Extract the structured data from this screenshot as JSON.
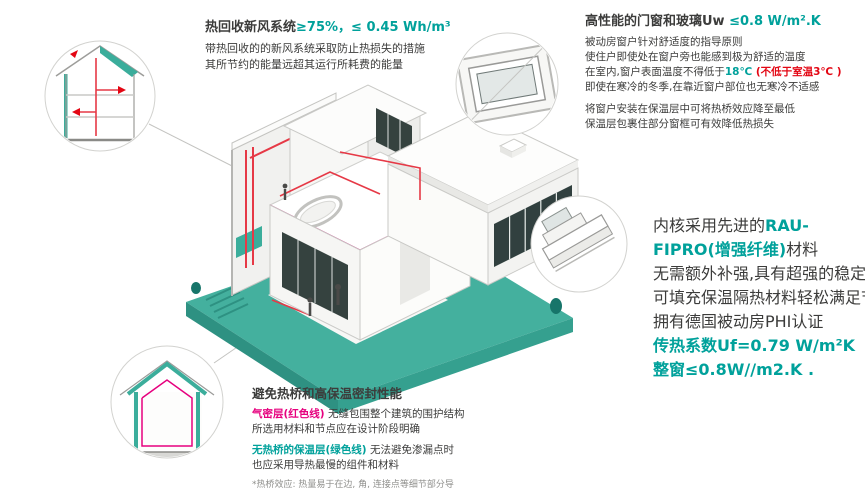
{
  "colors": {
    "accent_teal": "#00A19B",
    "platform_teal": "#44B09E",
    "platform_teal_dark": "#2E9182",
    "magenta": "#E6007E",
    "red": "#E30613",
    "pipe_red": "#E63946",
    "text_dark": "#3C3C3B"
  },
  "hrv": {
    "title": "热回收新风系统",
    "title_value": "≥75%，≤ 0.45 Wh/m³",
    "line1": "带热回收的的新风系统采取防止热损失的措施",
    "line2": "其所节约的能量远超其运行所耗费的能量"
  },
  "windows": {
    "title": "高性能的门窗和玻璃Uw ",
    "title_value": "≤0.8 W/m².K",
    "line1": "被动房窗户针对舒适度的指导原则",
    "line2": "使住户即使处在窗户旁也能感到极为舒适的温度",
    "line3_a": "在室内,窗户表面温度不得低于",
    "line3_b": "18℃ ",
    "line3_c": "(不低于室温3℃ )",
    "line4": "即使在寒冷的冬季,在靠近窗户部位也无寒冷不适感",
    "line5": "将窗户安装在保温层中可将热桥效应降至最低",
    "line6": "保温层包裹住部分窗框可有效降低热损失"
  },
  "profile": {
    "line1_a": "内核采用先进的",
    "line1_b": "RAU-FIPRO(增强纤维)",
    "line1_c": "材料",
    "line2": "无需额外补强,具有超强的稳定性和强度",
    "line3": "可填充保温隔热材料轻松满足节能需求",
    "line4": "拥有德国被动房PHI认证",
    "line5": "传热系数Uf=0.79 W/m²K",
    "line6": "整窗≤0.8W//m2.K ."
  },
  "bridge": {
    "title": "避免热桥和高保温密封性能",
    "line1_a": "气密层(红色线)",
    "line1_b": " 无缝包围整个建筑的围护结构",
    "line2": "所选用材料和节点应在设计阶段明确",
    "line3_a": "无热桥的保温层(绿色线)",
    "line3_b": " 无法避免渗漏点时",
    "line4": "也应采用导热最慢的组件和材料",
    "footnote": "*热桥效应: 热量易于在边, 角, 连接点等细节部分导"
  }
}
